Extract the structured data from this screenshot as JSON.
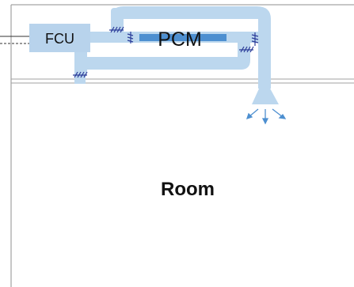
{
  "diagram": {
    "labels": {
      "fcu": "FCU",
      "pcm": "PCM",
      "room": "Room"
    },
    "colors": {
      "duct": "#bcd7ee",
      "fcu_fill": "#b8d3ec",
      "pcm_bar": "#4d8fd0",
      "damper": "#2c3d99",
      "arrow": "#4d8fd0",
      "wall": "#8f8f8f",
      "ceiling_line": "#a0a0a0"
    }
  }
}
